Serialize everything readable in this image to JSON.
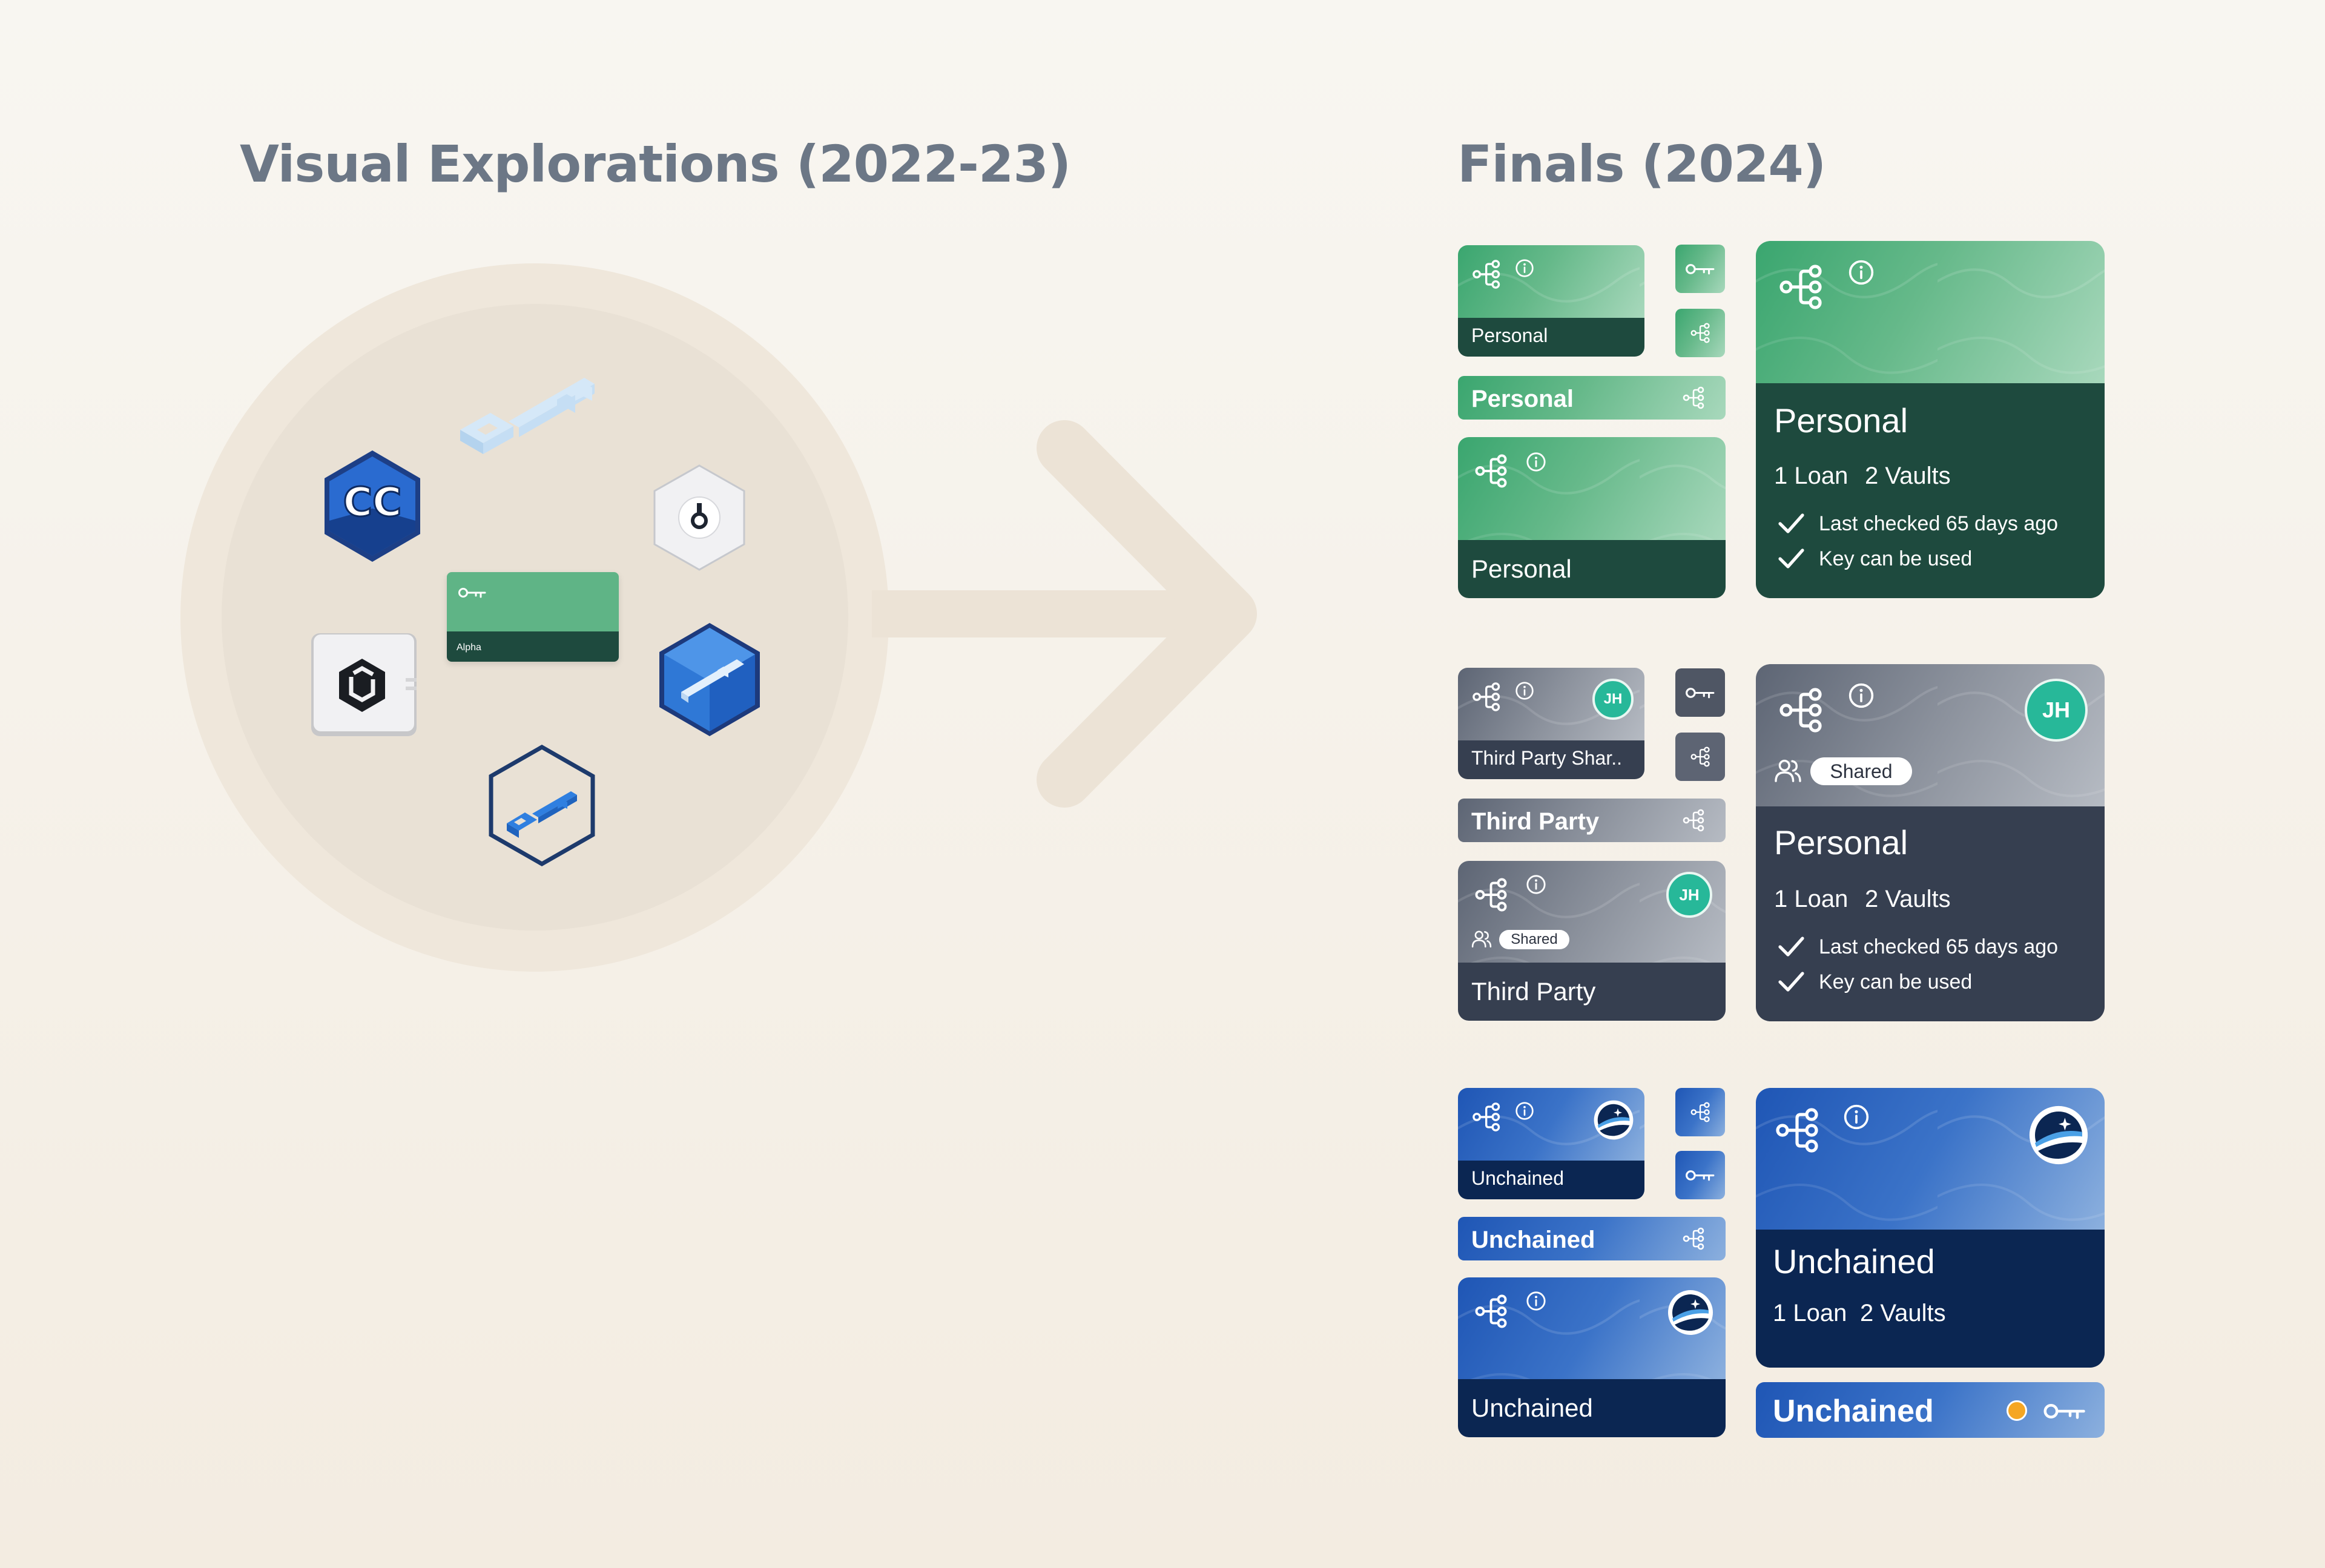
{
  "headings": {
    "left": "Visual Explorations (2022-23)",
    "right": "Finals (2024)"
  },
  "explorations": {
    "card_label": "Alpha",
    "cc_text": "CC"
  },
  "personal": {
    "small_label": "Personal",
    "bar_label": "Personal",
    "medium_label": "Personal",
    "large_title": "Personal",
    "large_loans": "1 Loan",
    "large_vaults": "2 Vaults",
    "check_1": "Last checked 65 days ago",
    "check_2": "Key can be used"
  },
  "third_party": {
    "small_label": "Third Party Shar..",
    "bar_label": "Third Party",
    "medium_label": "Third Party",
    "shared_label": "Shared",
    "avatar_initials": "JH",
    "large_title": "Personal",
    "large_loans": "1 Loan",
    "large_vaults": "2 Vaults",
    "check_1": "Last checked 65 days ago",
    "check_2": "Key can be used"
  },
  "unchained": {
    "small_label": "Unchained",
    "bar_label": "Unchained",
    "medium_label": "Unchained",
    "large_title": "Unchained",
    "large_loans": "1 Loan",
    "large_vaults": "2 Vaults",
    "wide_label": "Unchained"
  },
  "colors": {
    "green": "#3aa66f",
    "gray": "#6f7684",
    "blue": "#2a62bf",
    "teal_avatar": "#27b899",
    "status_dot": "#f5a623"
  }
}
